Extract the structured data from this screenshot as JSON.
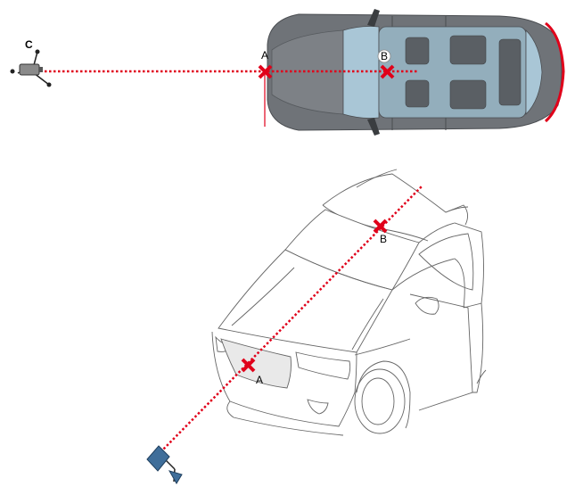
{
  "top_view": {
    "label_c": "C",
    "label_a": "A",
    "label_b": "B"
  },
  "perspective_view": {
    "label_a": "A",
    "label_b": "B"
  },
  "colors": {
    "aim_line": "#e0001a",
    "marker": "#e0001a",
    "car_body": "#6f7378",
    "glass": "#a9c6d6",
    "sensor": "#3f6e9a"
  },
  "icons": [
    "tripod-sensor-icon",
    "target-x-icon",
    "target-board-icon"
  ]
}
